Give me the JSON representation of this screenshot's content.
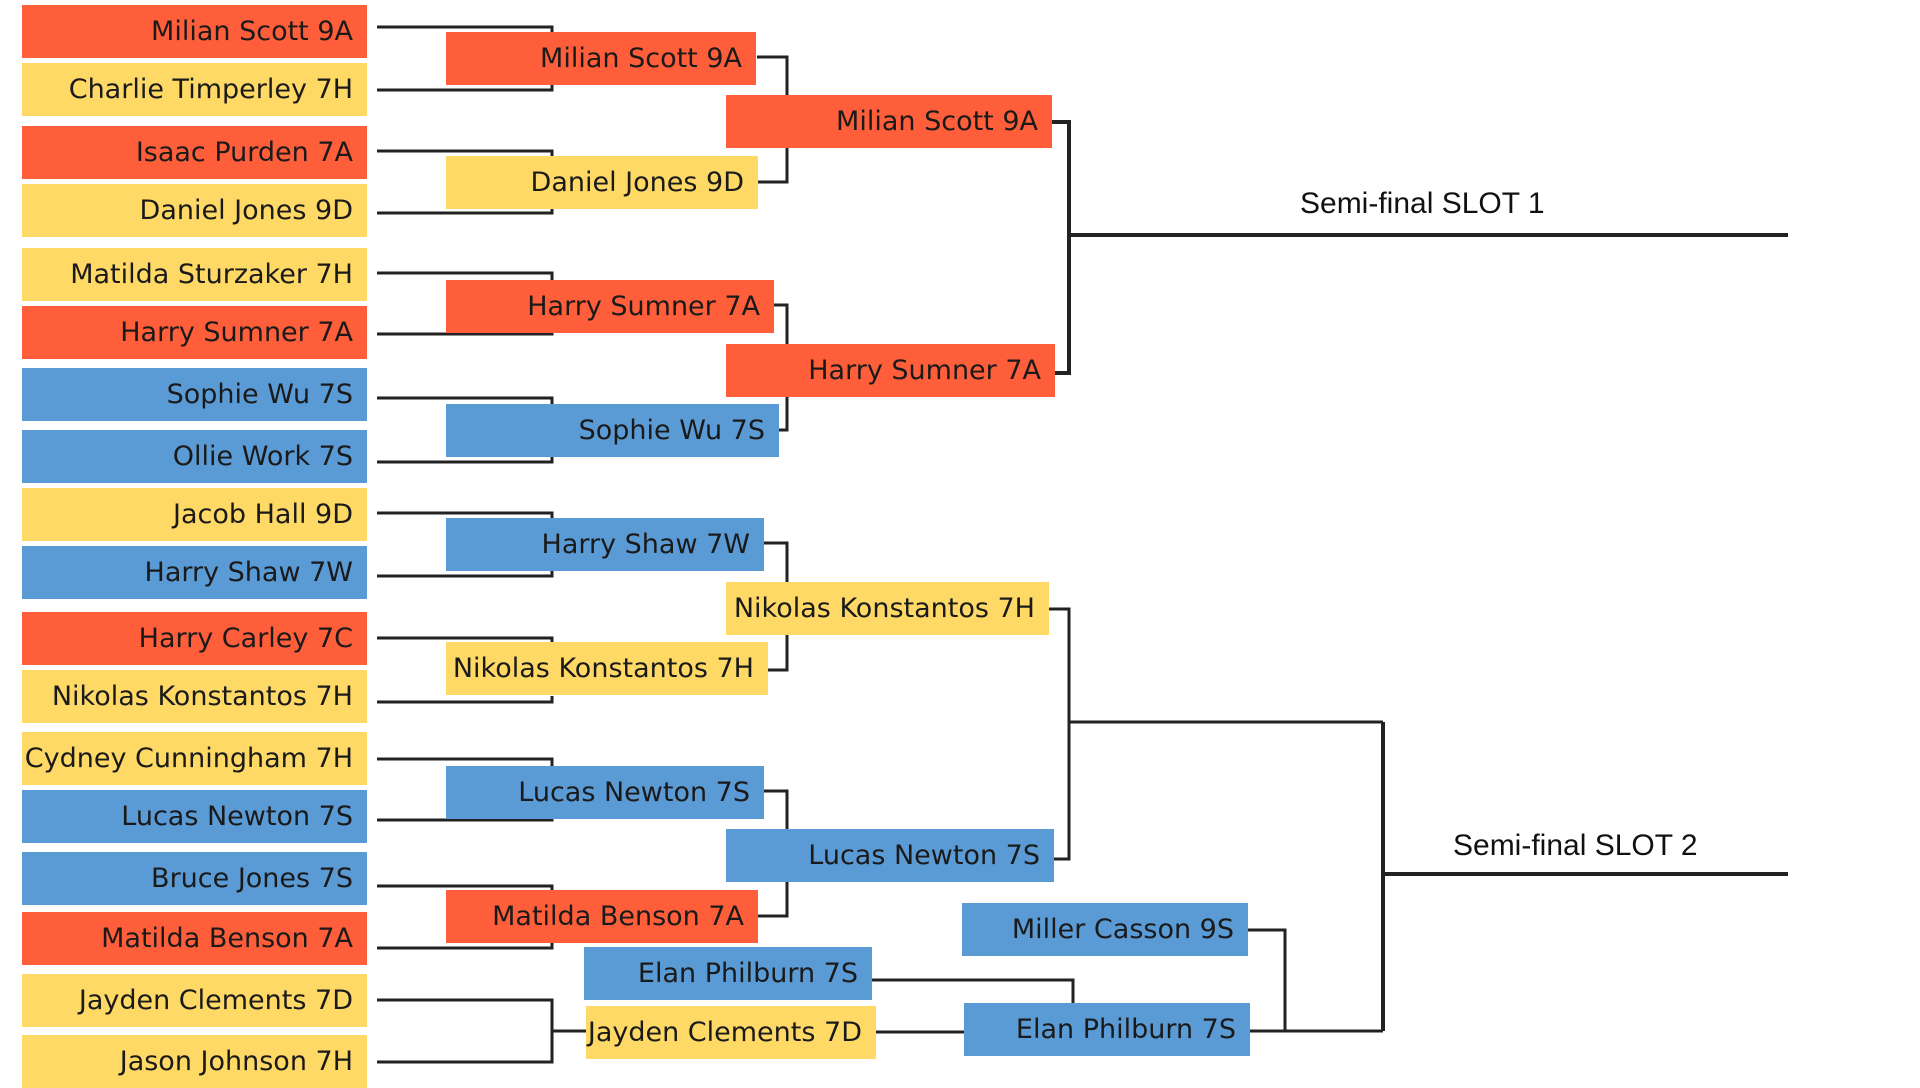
{
  "colors": {
    "red": "#FF5E3A",
    "yellow": "#FFD966",
    "blue": "#5B9BD5",
    "line": "#222222"
  },
  "round1": [
    {
      "name": "Milian Scott 9A",
      "color": "red"
    },
    {
      "name": "Charlie Timperley 7H",
      "color": "yellow"
    },
    {
      "name": "Isaac Purden 7A",
      "color": "red"
    },
    {
      "name": "Daniel Jones 9D",
      "color": "yellow"
    },
    {
      "name": "Matilda Sturzaker 7H",
      "color": "yellow"
    },
    {
      "name": "Harry Sumner 7A",
      "color": "red"
    },
    {
      "name": "Sophie Wu 7S",
      "color": "blue"
    },
    {
      "name": "Ollie Work 7S",
      "color": "blue"
    },
    {
      "name": "Jacob Hall 9D",
      "color": "yellow"
    },
    {
      "name": "Harry Shaw 7W",
      "color": "blue"
    },
    {
      "name": "Harry Carley 7C",
      "color": "red"
    },
    {
      "name": "Nikolas Konstantos 7H",
      "color": "yellow"
    },
    {
      "name": "Cydney Cunningham 7H",
      "color": "yellow"
    },
    {
      "name": "Lucas Newton 7S",
      "color": "blue"
    },
    {
      "name": "Bruce Jones 7S",
      "color": "blue"
    },
    {
      "name": "Matilda Benson 7A",
      "color": "red"
    },
    {
      "name": "Jayden Clements 7D",
      "color": "yellow"
    },
    {
      "name": "Jason Johnson 7H",
      "color": "yellow"
    }
  ],
  "round2": [
    {
      "name": "Milian Scott 9A",
      "color": "red"
    },
    {
      "name": "Daniel Jones 9D",
      "color": "yellow"
    },
    {
      "name": "Harry Sumner 7A",
      "color": "red"
    },
    {
      "name": "Sophie Wu 7S",
      "color": "blue"
    },
    {
      "name": "Harry Shaw 7W",
      "color": "blue"
    },
    {
      "name": "Nikolas Konstantos 7H",
      "color": "yellow"
    },
    {
      "name": "Lucas Newton 7S",
      "color": "blue"
    },
    {
      "name": "Matilda Benson 7A",
      "color": "red"
    },
    {
      "name": "Elan Philburn 7S",
      "color": "blue"
    },
    {
      "name": "Jayden Clements 7D",
      "color": "yellow"
    }
  ],
  "round3": [
    {
      "name": "Milian Scott 9A",
      "color": "red"
    },
    {
      "name": "Harry Sumner 7A",
      "color": "red"
    },
    {
      "name": "Nikolas Konstantos 7H",
      "color": "yellow"
    },
    {
      "name": "Lucas Newton 7S",
      "color": "blue"
    },
    {
      "name": "Miller Casson 9S",
      "color": "blue"
    },
    {
      "name": "Elan Philburn 7S",
      "color": "blue"
    }
  ],
  "slots": [
    {
      "label": "Semi-final SLOT 1"
    },
    {
      "label": "Semi-final SLOT 2"
    }
  ]
}
